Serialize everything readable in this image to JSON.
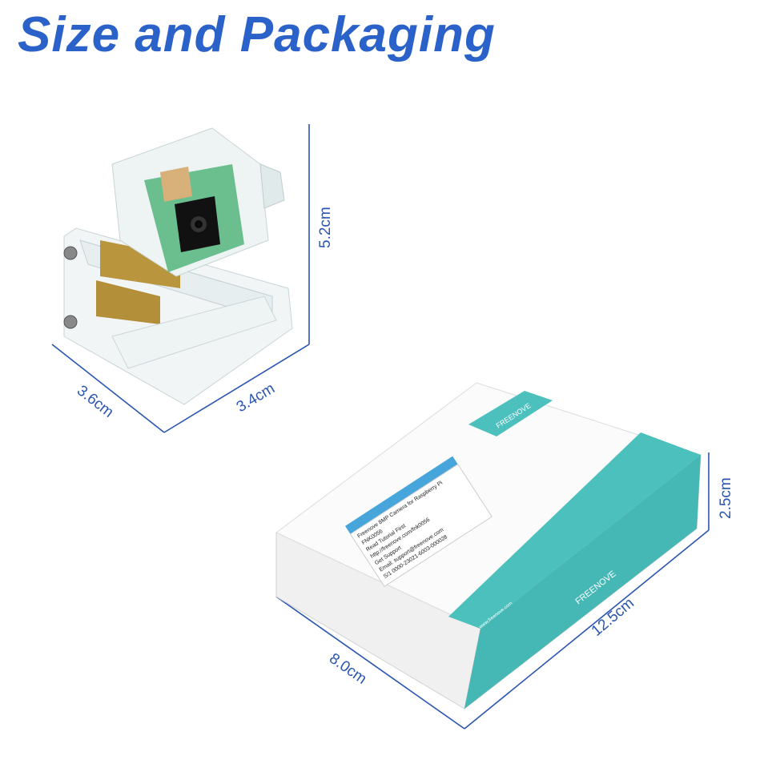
{
  "title": "Size and Packaging",
  "camera": {
    "height_label": "5.2cm",
    "depth_label": "3.6cm",
    "width_label": "3.4cm"
  },
  "box": {
    "brand": "FREENOVE",
    "label_lines": [
      "Freenove 8MP Camera for Raspberry Pi",
      "FNK0056",
      "Read Tutorial First",
      "http://freenove.com/fnk0056",
      "Get Support",
      "Email: support@freenove.com",
      "S/1 0000-23021-6003-000028"
    ],
    "website": "www.freenove.com",
    "height_label": "2.5cm",
    "width_label": "8.0cm",
    "length_label": "12.5cm"
  },
  "colors": {
    "accent": "#2a62c9",
    "teal": "#4cc0bd",
    "label_blue": "#46a6dc"
  }
}
